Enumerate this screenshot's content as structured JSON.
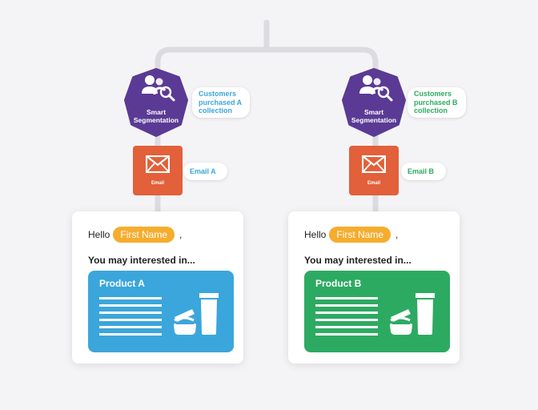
{
  "branches": [
    {
      "id": "a",
      "segment": {
        "title_lines": [
          "Smart",
          "Segmentation"
        ],
        "color": "#5a3a94"
      },
      "condition_lines": [
        "Customers",
        "purchased A",
        "collection"
      ],
      "email": {
        "label": "Email",
        "action": "Email A",
        "color": "#e2603a"
      },
      "message": {
        "greeting": "Hello",
        "name_tag": "First Name",
        "punctuation": ",",
        "intro": "You may interested in...",
        "product": "Product A"
      },
      "accent_color": "#3ba6db"
    },
    {
      "id": "b",
      "segment": {
        "title_lines": [
          "Smart",
          "Segmentation"
        ],
        "color": "#5a3a94"
      },
      "condition_lines": [
        "Customers",
        "purchased B",
        "collection"
      ],
      "email": {
        "label": "Email",
        "action": "Email B",
        "color": "#e2603a"
      },
      "message": {
        "greeting": "Hello",
        "name_tag": "First Name",
        "punctuation": ",",
        "intro": "You may interested in...",
        "product": "Product B"
      },
      "accent_color": "#2daa62"
    }
  ],
  "colors": {
    "connector": "#dcdce0",
    "tag": "#f5ad2e",
    "card": "#ffffff"
  }
}
